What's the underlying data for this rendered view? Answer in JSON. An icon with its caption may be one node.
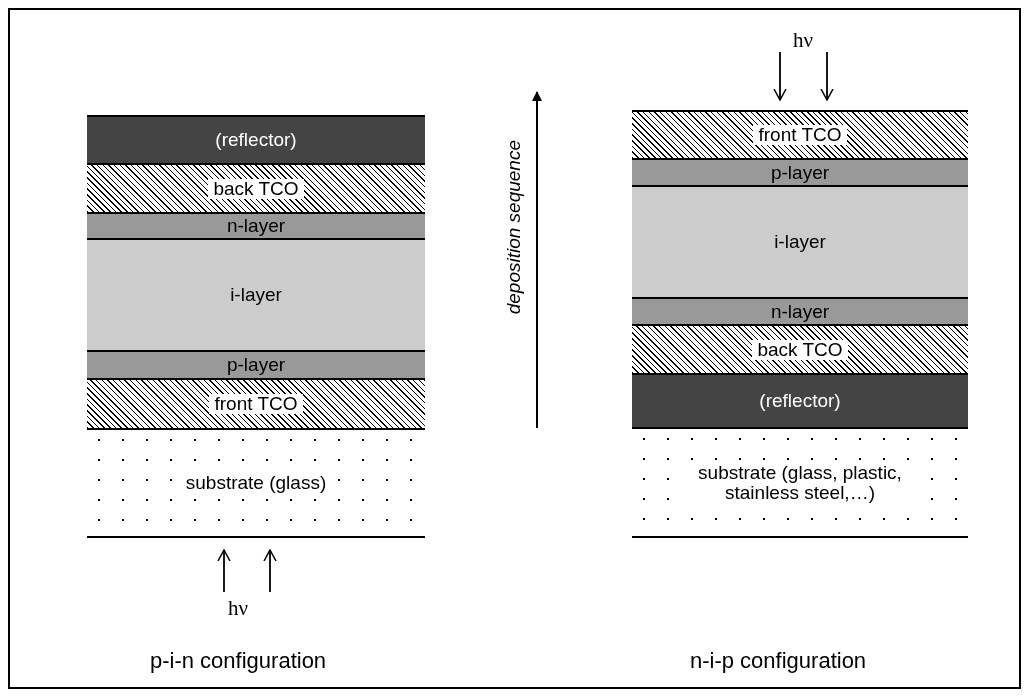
{
  "diagram": {
    "nodes": [
      {
        "text": [
          "(reflector)"
        ]
      },
      {
        "text": [
          "back TCO"
        ]
      },
      {
        "text": [
          "n-layer"
        ]
      },
      {
        "text": [
          "i-layer"
        ]
      },
      {
        "text": [
          "p-layer"
        ]
      },
      {
        "text": [
          "front TCO"
        ]
      },
      {
        "text": [
          "substrate (glass)"
        ]
      },
      {
        "text": [
          "front TCO"
        ]
      },
      {
        "text": [
          "p-layer"
        ]
      },
      {
        "text": [
          "i-layer"
        ]
      },
      {
        "text": [
          "n-layer"
        ]
      },
      {
        "text": [
          "back TCO"
        ]
      },
      {
        "text": [
          "(reflector)"
        ]
      },
      {
        "text": [
          "substrate (glass, plastic, stainless steel,…)"
        ]
      }
    ],
    "edges": [],
    "labels": [
      "hν",
      "deposition sequence",
      "hν",
      "p-i-n configuration",
      "n-i-p configuration"
    ]
  }
}
